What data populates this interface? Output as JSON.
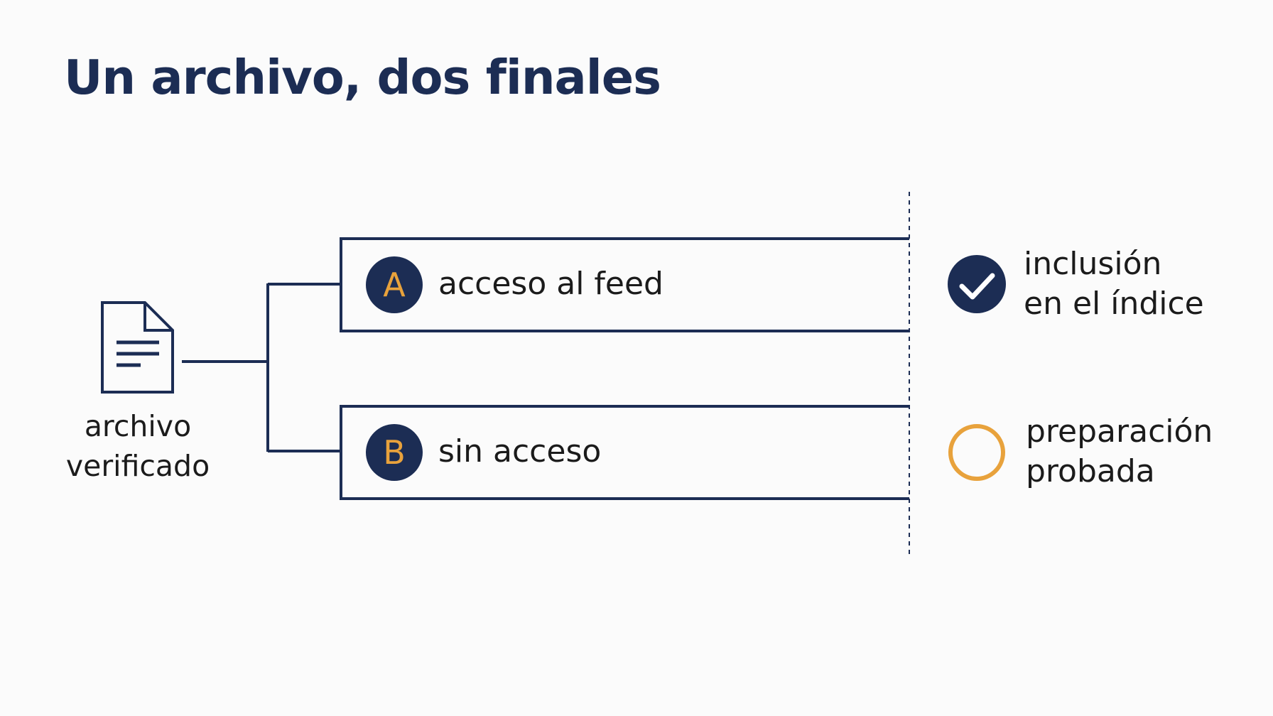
{
  "title": "Un archivo, dos finales",
  "source": {
    "label_line1": "archivo",
    "label_line2": "verificado",
    "icon": "document-icon"
  },
  "branches": [
    {
      "letter": "A",
      "label": "acceso al feed"
    },
    {
      "letter": "B",
      "label": "sin acceso"
    }
  ],
  "outcomes": [
    {
      "line1": "inclusión",
      "line2": "en el índice",
      "icon": "check-circle-icon"
    },
    {
      "line1": "preparación",
      "line2": "probada",
      "icon": "empty-circle-icon"
    }
  ],
  "colors": {
    "navy": "#1c2d54",
    "accent": "#e8a23c",
    "background": "#fbfbfb",
    "text": "#1b1b1b"
  }
}
